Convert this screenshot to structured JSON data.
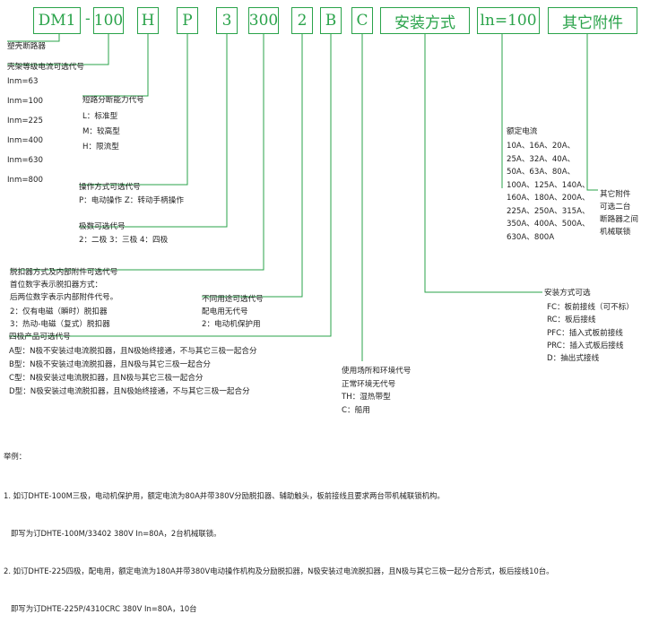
{
  "codes": {
    "dm1": "DM1",
    "dash": "-",
    "frame": "100",
    "breaking": "H",
    "operation": "P",
    "poles": "3",
    "release": "300",
    "usage": "2",
    "product": "B",
    "environment": "C",
    "install": "安装方式",
    "current": "ln=100",
    "accessory": "其它附件"
  },
  "labels": {
    "dm1": "塑壳断路器",
    "frame_title": "壳架等级电流可选代号",
    "frame_options": [
      "Inm=63",
      "Inm=100",
      "Inm=225",
      "Inm=400",
      "Inm=630",
      "Inm=800"
    ],
    "breaking_title": "短路分断能力代号",
    "breaking_options": [
      "L：标准型",
      "M：较高型",
      "H：限流型"
    ],
    "operation_title": "操作方式可选代号",
    "operation_options": "P：电动操作  Z：转动手柄操作",
    "poles_title": "极数可选代号",
    "poles_options": "2：二极  3：三极  4：四极",
    "release_lines": [
      "脱扣器方式及内部附件可选代号",
      "首位数字表示脱扣器方式：",
      "后两位数字表示内部附件代号。",
      "2：仅有电磁（瞬时）脱扣器",
      "3：热动-电磁（复式）脱扣器"
    ],
    "usage_lines": [
      "不同用途可选代号",
      "配电用无代号",
      "2：电动机保护用"
    ],
    "product_title": "四极产品可选代号",
    "product_options": [
      "A型：N极不安装过电流脱扣器，且N极始终接通，不与其它三极一起合分",
      "B型：N极不安装过电流脱扣器，且N极与其它三极一起合分",
      "C型：N极安装过电流脱扣器，且N极与其它三极一起合分",
      "D型：N极安装过电流脱扣器，且N极始终接通，不与其它三极一起合分"
    ],
    "environment_lines": [
      "使用场所和环境代号",
      "正常环境无代号",
      "TH：湿热带型",
      "C：船用"
    ],
    "install_title": "安装方式可选",
    "install_options": [
      "FC：板前接线（可不标）",
      "RC：板后接线",
      "PFC：插入式板前接线",
      "PRC：插入式板后接线",
      "D：抽出式接线"
    ],
    "current_title": "额定电流",
    "current_rows": [
      "10A、16A、20A、",
      "25A、32A、40A、",
      "50A、63A、80A、",
      "100A、125A、140A、",
      "160A、180A、200A、",
      "225A、250A、315A、",
      "350A、400A、500A、",
      "630A、800A"
    ],
    "accessory_lines": [
      "其它附件",
      "可选二台",
      "断路器之间",
      "机械联锁"
    ]
  },
  "examples": {
    "title": "举例：",
    "lines": [
      "1. 如订DHTE-100M三极，电动机保护用，额定电流为80A并带380V分励脱扣器、辅助触头，板前接线且要求两台带机械联锁机构。",
      "   即写为订DHTE-100M/33402 380V In=80A，2台机械联锁。",
      "2. 如订DHTE-225四极，配电用，额定电流为180A并带380V电动操作机构及分励脱扣器，N极安装过电流脱扣器，且N极与其它三极一起分合形式，板后接线10台。",
      "   即写为订DHTE-225P/4310CRC 380V In=80A，10台"
    ]
  },
  "colors": {
    "accent": "#2aa34a",
    "line": "#2aa34a",
    "text": "#222222"
  }
}
